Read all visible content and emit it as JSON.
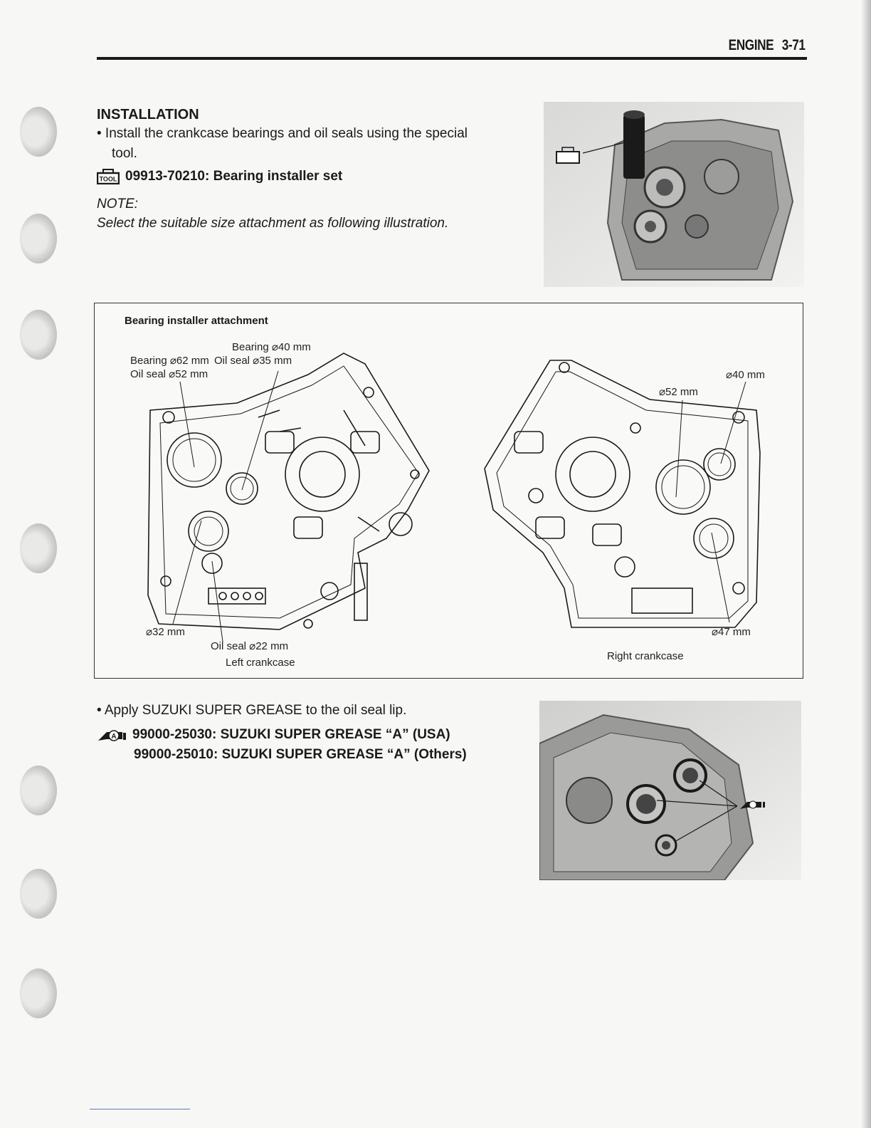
{
  "header": {
    "section": "ENGINE",
    "page": "3-71"
  },
  "installation": {
    "heading": "INSTALLATION",
    "bullet1_line1": "• Install the crankcase bearings and oil seals using the special",
    "bullet1_line2": "tool.",
    "tool_icon_text": "TOOL",
    "tool_spec": "09913-70210: Bearing installer set",
    "note_label": "NOTE:",
    "note_text": "Select the suitable size attachment as following illustration."
  },
  "diagram": {
    "title": "Bearing installer attachment",
    "left": {
      "caption": "Left crankcase",
      "l_bearing40": "Bearing ⌀40 mm",
      "l_oilseal35": "Oil seal ⌀35 mm",
      "l_bearing62": "Bearing ⌀62 mm",
      "l_oilseal52": "Oil seal ⌀52 mm",
      "l_32": "⌀32 mm",
      "l_oilseal22": "Oil seal ⌀22 mm"
    },
    "right": {
      "caption": "Right crankcase",
      "r_40": "⌀40 mm",
      "r_52": "⌀52 mm",
      "r_47": "⌀47 mm"
    }
  },
  "grease": {
    "bullet": "• Apply SUZUKI SUPER GREASE to the oil seal lip.",
    "icon_text": "A",
    "spec_usa": "99000-25030: SUZUKI SUPER GREASE “A” (USA)",
    "spec_others": "99000-25010: SUZUKI SUPER GREASE “A” (Others)"
  },
  "colors": {
    "text": "#1a1a1a",
    "rule": "#1a1a1a",
    "photo": "#9a9a9a"
  }
}
